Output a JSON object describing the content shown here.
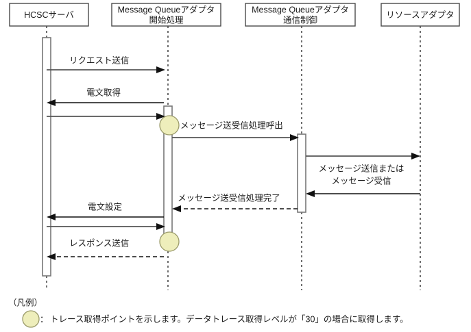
{
  "diagram": {
    "type": "sequence-diagram",
    "lifelines": [
      {
        "id": "hcsc",
        "label": "HCSCサーバ",
        "label_line1": "HCSCサーバ",
        "label_line2": ""
      },
      {
        "id": "mq-start",
        "label": "Message Queueアダプタ 開始処理",
        "label_line1": "Message Queueアダプタ",
        "label_line2": "開始処理"
      },
      {
        "id": "mq-comm",
        "label": "Message Queueアダプタ 通信制御",
        "label_line1": "Message Queueアダプタ",
        "label_line2": "通信制御"
      },
      {
        "id": "resource",
        "label": "リソースアダプタ",
        "label_line1": "リソースアダプタ",
        "label_line2": ""
      }
    ],
    "messages": [
      {
        "id": "m1",
        "label": "リクエスト送信",
        "from": "hcsc",
        "to": "mq-start",
        "style": "solid",
        "direction": "right"
      },
      {
        "id": "m2",
        "label": "電文取得",
        "from": "mq-start",
        "to": "hcsc",
        "style": "solid",
        "direction": "left"
      },
      {
        "id": "m3",
        "label": "",
        "from": "hcsc",
        "to": "mq-start",
        "style": "solid",
        "direction": "right"
      },
      {
        "id": "m4",
        "label": "メッセージ送受信処理呼出",
        "from": "mq-start",
        "to": "mq-comm",
        "style": "solid",
        "direction": "right"
      },
      {
        "id": "m5",
        "label": "メッセージ送信または",
        "label_line2": "メッセージ受信",
        "from": "mq-comm",
        "to": "resource",
        "style": "solid",
        "direction": "right"
      },
      {
        "id": "m6",
        "label": "",
        "from": "resource",
        "to": "mq-comm",
        "style": "solid",
        "direction": "left"
      },
      {
        "id": "m7",
        "label": "メッセージ送受信処理完了",
        "from": "mq-comm",
        "to": "mq-start",
        "style": "dashed",
        "direction": "left"
      },
      {
        "id": "m8",
        "label": "電文設定",
        "from": "mq-start",
        "to": "hcsc",
        "style": "solid",
        "direction": "left"
      },
      {
        "id": "m9",
        "label": "",
        "from": "hcsc",
        "to": "mq-start",
        "style": "solid",
        "direction": "right"
      },
      {
        "id": "m10",
        "label": "レスポンス送信",
        "from": "mq-start",
        "to": "hcsc",
        "style": "dashed",
        "direction": "left"
      }
    ],
    "trace_points": [
      {
        "id": "tp1",
        "on": "mq-start",
        "after_message": "m3"
      },
      {
        "id": "tp2",
        "on": "mq-start",
        "after_message": "m9"
      }
    ]
  },
  "legend": {
    "heading": "（凡例）",
    "separator": "：",
    "description": "トレース取得ポイントを示します。データトレース取得レベルが「30」の場合に取得します。"
  },
  "colors": {
    "trace_fill": "#eeeebb",
    "trace_stroke": "#9a9a6a",
    "box_stroke": "#4a4a4a",
    "arrow": "#555555",
    "text": "#1a1a1a",
    "background": "#ffffff"
  }
}
